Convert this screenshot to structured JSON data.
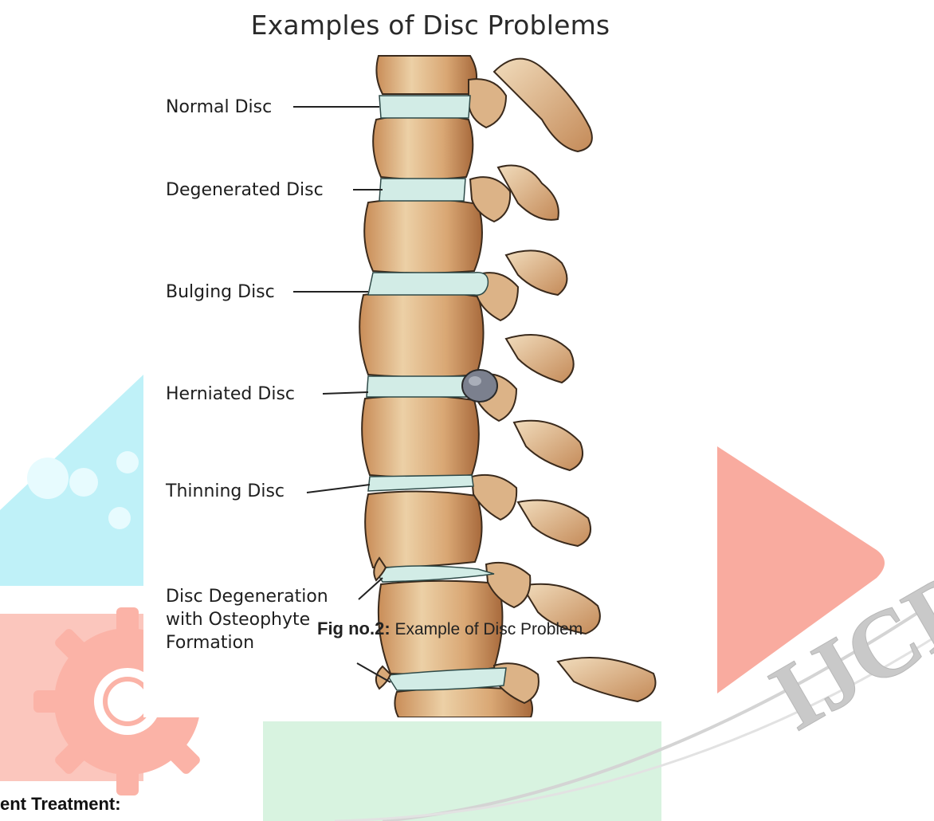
{
  "figure": {
    "title": "Examples of Disc Problems",
    "labels": [
      "Normal Disc",
      "Degenerated Disc",
      "Bulging Disc",
      "Herniated Disc",
      "Thinning Disc",
      "Disc Degeneration",
      "with Osteophyte",
      "Formation"
    ]
  },
  "caption": {
    "prefix": "Fig no.2:",
    "text": " Example of Disc Problem"
  },
  "section": {
    "heading": "ent Treatment:"
  },
  "watermark": {
    "text": "IJCRT",
    "colors": {
      "cyan": "#9fe8f4",
      "red": "#f8a89a",
      "green": "#cfeed8",
      "gray": "#c8c8c8"
    }
  },
  "colors": {
    "bone": "#e8c79c",
    "bone_shadow": "#b67a49",
    "disc": "#cfeae3",
    "herniation": "#7a7f8c"
  }
}
